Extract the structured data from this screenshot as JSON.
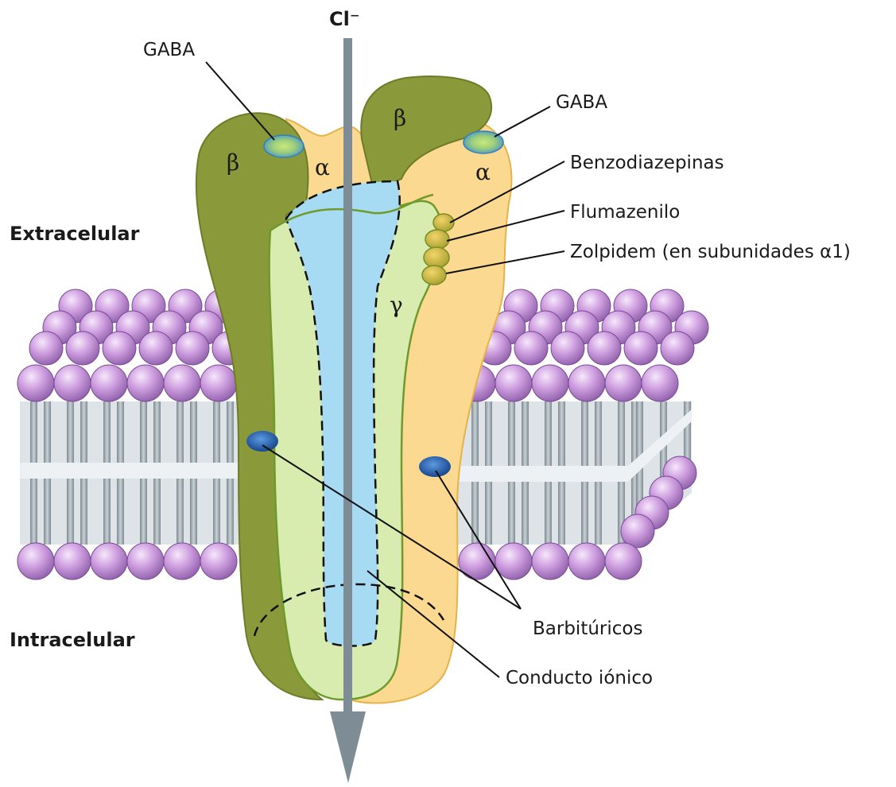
{
  "ion": "Cl⁻",
  "regions": {
    "extracellular": "Extracelular",
    "intracellular": "Intracelular"
  },
  "subunits": {
    "beta_left": "β",
    "alpha_left": "α",
    "beta_right": "β",
    "alpha_right": "α",
    "gamma": "γ"
  },
  "labels": {
    "gaba_left": "GABA",
    "gaba_right": "GABA",
    "benzodiazepines": "Benzodiazepinas",
    "flumazenil": "Flumazenilo",
    "zolpidem": "Zolpidem (en subunidades α1)",
    "barbiturates": "Barbitúricos",
    "ion_channel": "Conducto iónico"
  },
  "colors": {
    "beta_subunit": "#8c9a3c",
    "alpha_subunit": "#f9d88a",
    "gamma_subunit": "#d9ecae",
    "channel": "#a9dcf2",
    "lipid_head": "#c79ad8",
    "lipid_tail": "#9aa6ae",
    "arrow": "#7e8c96",
    "gaba_site": "#5aa8d8",
    "barbiturate_site": "#1f5aa8"
  }
}
